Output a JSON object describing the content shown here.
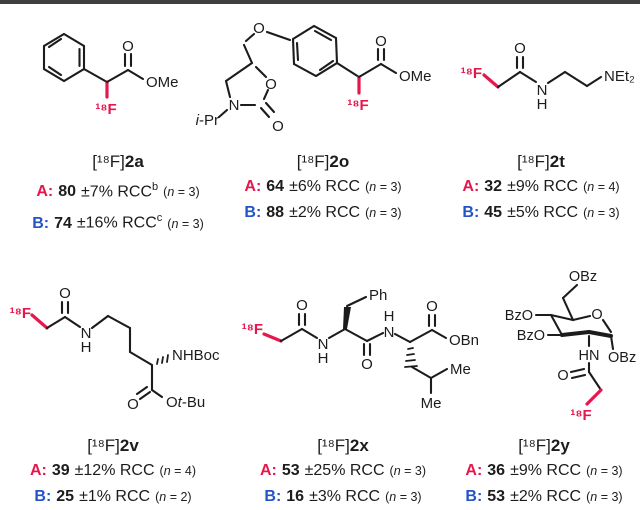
{
  "page": {
    "top_rule_color": "#3f3f3f",
    "background": "#ffffff",
    "accent_red": "#e5174d",
    "accent_blue": "#2453c5"
  },
  "compounds": [
    {
      "name": "2a",
      "label_prefix": "[¹⁸F]",
      "atoms": {
        "F": "¹⁸F",
        "O_carbonyl": "O",
        "OMe": "OMe"
      },
      "lines": [
        {
          "key": "A:",
          "value": "80",
          "rcc": "±7% RCC",
          "sup": "b",
          "n_open": "(",
          "n_var": "n",
          "n_rest": " = 3)"
        },
        {
          "key": "B:",
          "value": "74",
          "rcc": "±16% RCC",
          "sup": "c",
          "n_open": "(",
          "n_var": "n",
          "n_rest": " = 3)"
        }
      ]
    },
    {
      "name": "2o",
      "label_prefix": "[¹⁸F]",
      "atoms": {
        "F": "¹⁸F",
        "O_ether": "O",
        "O_ring": "O",
        "N_ring": "N",
        "iPr_i": "i",
        "iPr_rest": "-Pr",
        "O_oxo": "O",
        "O_ester": "O",
        "OMe": "OMe"
      },
      "lines": [
        {
          "key": "A:",
          "value": "64",
          "rcc": "±6% RCC",
          "n_open": "(",
          "n_var": "n",
          "n_rest": " = 3)"
        },
        {
          "key": "B:",
          "value": "88",
          "rcc": "±2% RCC",
          "n_open": "(",
          "n_var": "n",
          "n_rest": " = 3)"
        }
      ]
    },
    {
      "name": "2t",
      "label_prefix": "[¹⁸F]",
      "atoms": {
        "F": "¹⁸F",
        "O": "O",
        "N": "N",
        "H": "H",
        "NEt2": "NEt₂"
      },
      "lines": [
        {
          "key": "A:",
          "value": "32",
          "rcc": "±9% RCC",
          "n_open": "(",
          "n_var": "n",
          "n_rest": " = 4)"
        },
        {
          "key": "B:",
          "value": "45",
          "rcc": "±5% RCC",
          "n_open": "(",
          "n_var": "n",
          "n_rest": " = 3)"
        }
      ]
    },
    {
      "name": "2v",
      "label_prefix": "[¹⁸F]",
      "atoms": {
        "F": "¹⁸F",
        "O_amide": "O",
        "N": "N",
        "H": "H",
        "NHBoc": "NHBoc",
        "O_ester": "O",
        "OtBu_O": "O",
        "OtBu_t": "t",
        "OtBu_rest": "-Bu"
      },
      "lines": [
        {
          "key": "A:",
          "value": "39",
          "rcc": "±12% RCC",
          "n_open": "(",
          "n_var": "n",
          "n_rest": " = 4)"
        },
        {
          "key": "B:",
          "value": "25",
          "rcc": "±1% RCC",
          "n_open": "(",
          "n_var": "n",
          "n_rest": " = 2)"
        }
      ]
    },
    {
      "name": "2x",
      "label_prefix": "[¹⁸F]",
      "atoms": {
        "F": "¹⁸F",
        "O1": "O",
        "N1": "N",
        "H1": "H",
        "Ph": "Ph",
        "O2": "O",
        "N2": "N",
        "H2": "H",
        "Me1": "Me",
        "Me2": "Me",
        "O3": "O",
        "OBn": "OBn"
      },
      "lines": [
        {
          "key": "A:",
          "value": "53",
          "rcc": "±25% RCC",
          "n_open": "(",
          "n_var": "n",
          "n_rest": " = 3)"
        },
        {
          "key": "B:",
          "value": "16",
          "rcc": "±3% RCC",
          "n_open": "(",
          "n_var": "n",
          "n_rest": " = 3)"
        }
      ]
    },
    {
      "name": "2y",
      "label_prefix": "[¹⁸F]",
      "atoms": {
        "OBz_6": "OBz",
        "BzO_4": "BzO",
        "BzO_3": "BzO",
        "O_ring": "O",
        "OBz_1": "OBz",
        "HN": "HN",
        "O_amide": "O",
        "F": "¹⁸F"
      },
      "lines": [
        {
          "key": "A:",
          "value": "36",
          "rcc": "±9% RCC",
          "n_open": "(",
          "n_var": "n",
          "n_rest": " = 3)"
        },
        {
          "key": "B:",
          "value": "53",
          "rcc": "±2% RCC",
          "n_open": "(",
          "n_var": "n",
          "n_rest": " = 3)"
        }
      ]
    }
  ]
}
